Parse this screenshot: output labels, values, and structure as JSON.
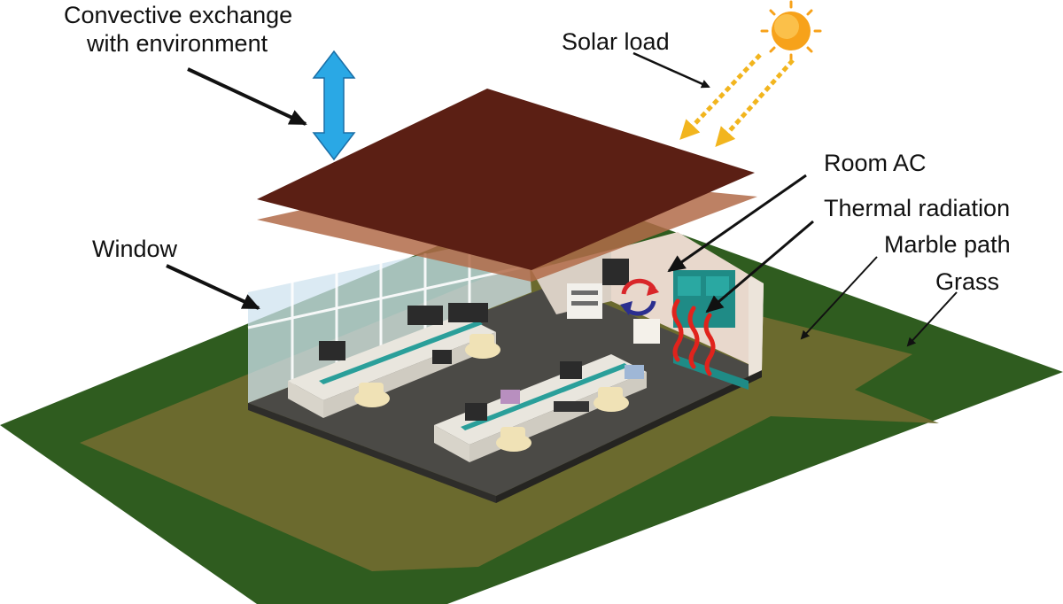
{
  "labels": {
    "convective_line1": "Convective exchange",
    "convective_line2": "with environment",
    "solar_load": "Solar load",
    "room_ac": "Room AC",
    "thermal_radiation": "Thermal radiation",
    "window": "Window",
    "marble_path": "Marble path",
    "grass": "Grass"
  },
  "colors": {
    "grass": "#2f5c1f",
    "marble_path": "#6b6a2e",
    "roof_top": "#5b1f14",
    "roof_bottom": "#b26b49",
    "floor": "#4b4a46",
    "glass": "#cfe3ef",
    "wall": "#e8d8cc",
    "arrow_convective": "#2aa8e5",
    "solar_ray": "#f2b51e",
    "sun": "#f7a21a",
    "radiation": "#e0231c",
    "ac_cycle_red": "#d9262a",
    "ac_cycle_blue": "#2b2f8f",
    "desk": "#e9e6de",
    "desk_trim": "#2a9f9a",
    "chair": "#f0e2b6",
    "monitor": "#2b2b2b"
  },
  "icons": [
    "sun-icon",
    "double-arrow-icon",
    "recycle-arrows-icon",
    "heat-waves-icon"
  ]
}
